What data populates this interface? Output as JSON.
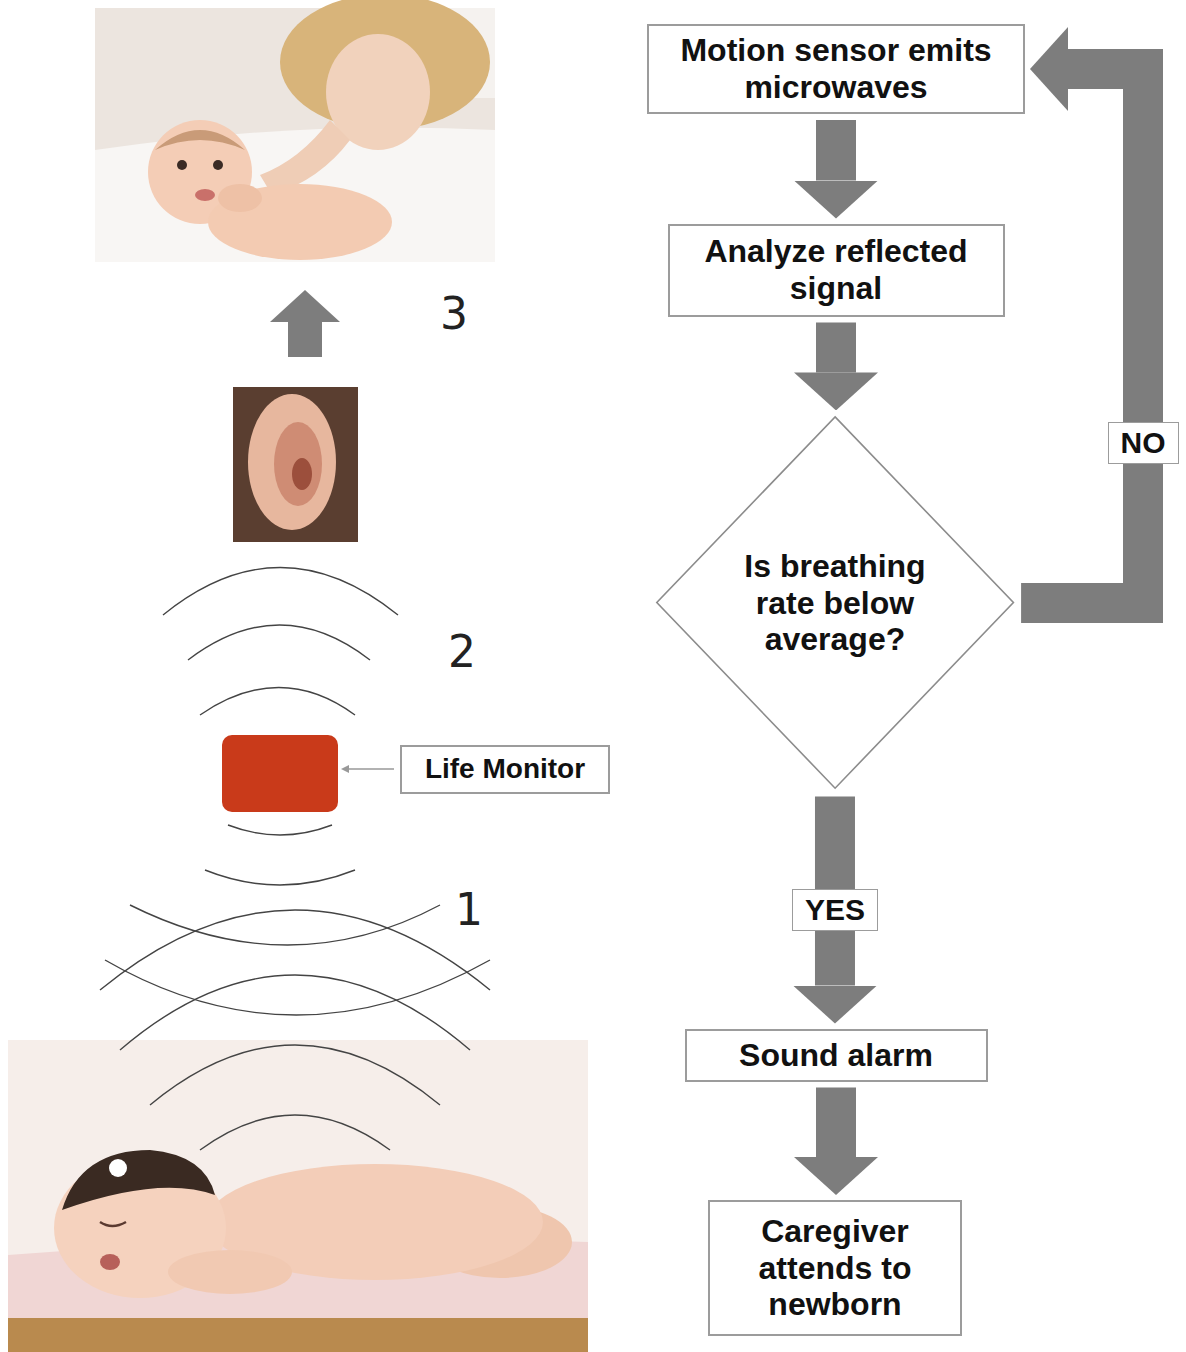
{
  "diagram": {
    "nodes": [
      {
        "text": [
          "Motion sensor emits microwaves"
        ]
      },
      {
        "text": [
          "Analyze reflected signal"
        ]
      },
      {
        "text": [
          "Is breathing rate below average?"
        ]
      },
      {
        "text": [
          "Sound alarm"
        ]
      },
      {
        "text": [
          "Caregiver attends to newborn"
        ]
      },
      {
        "text": [
          "Life Monitor"
        ]
      }
    ],
    "edges": [
      {
        "from": 0,
        "to": 1,
        "arrow": "to"
      },
      {
        "from": 1,
        "to": 2,
        "arrow": "to"
      },
      {
        "from": 2,
        "to": 0,
        "label": "NO",
        "arrow": "to"
      },
      {
        "from": 2,
        "to": 3,
        "label": "YES",
        "arrow": "to"
      },
      {
        "from": 3,
        "to": 4,
        "arrow": "to"
      }
    ],
    "labels": [
      "3",
      "2",
      "1"
    ]
  }
}
